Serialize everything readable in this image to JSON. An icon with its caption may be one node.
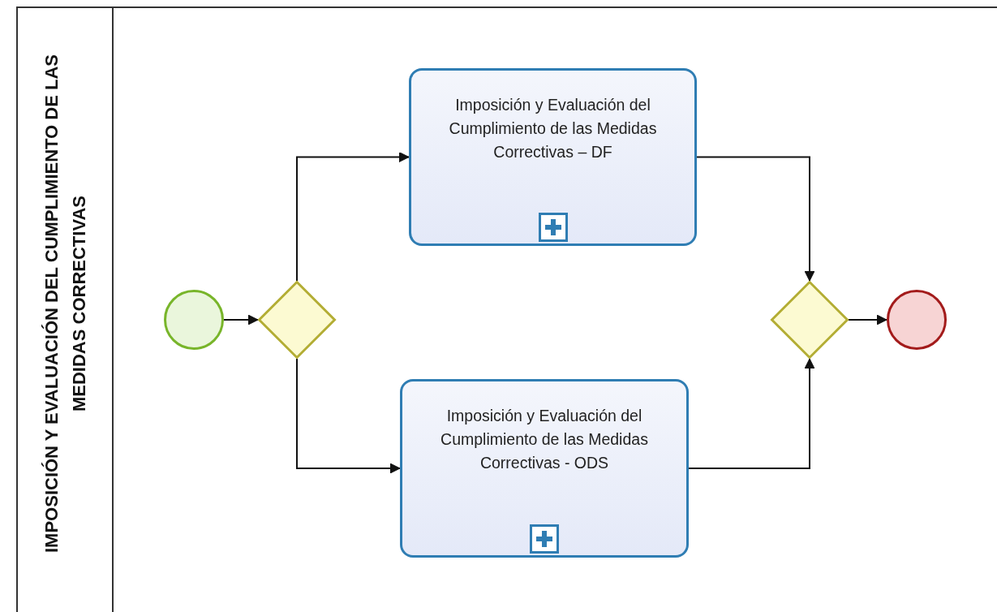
{
  "diagram": {
    "nodes": [
      {
        "text": [
          "IMPOSICIÓN Y EVALUACIÓN DEL CUMPLIMIENTO DE LAS MEDIDAS CORRECTIVAS"
        ]
      },
      {
        "text": [],
        "shape": "circle",
        "in": 0
      },
      {
        "text": [],
        "shape": "diamond",
        "in": 0
      },
      {
        "text": [
          "Imposición y Evaluación del Cumplimiento de las Medidas Correctivas – DF"
        ],
        "in": 0
      },
      {
        "text": [
          "Imposición y Evaluación del Cumplimiento de las Medidas Correctivas - ODS"
        ],
        "in": 0
      },
      {
        "text": [],
        "shape": "diamond",
        "in": 0
      },
      {
        "text": [],
        "shape": "circle",
        "in": 0
      }
    ],
    "edges": [
      {
        "from": 1,
        "to": 2,
        "arrow": "to"
      },
      {
        "from": 2,
        "to": 3,
        "arrow": "to"
      },
      {
        "from": 2,
        "to": 4,
        "arrow": "to"
      },
      {
        "from": 3,
        "to": 5,
        "arrow": "to"
      },
      {
        "from": 4,
        "to": 5,
        "arrow": "to"
      },
      {
        "from": 5,
        "to": 6,
        "arrow": "to"
      }
    ]
  }
}
